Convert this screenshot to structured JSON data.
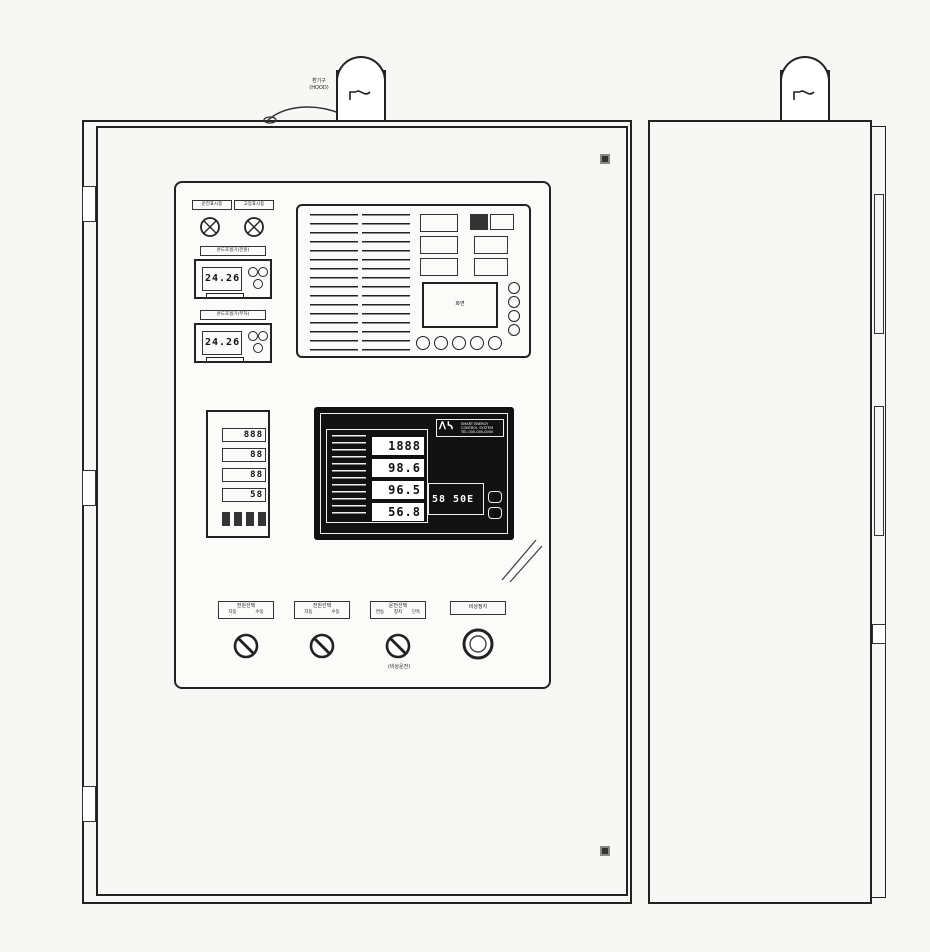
{
  "main_cabinet": {
    "lamp_labels": [
      "운전표시등",
      "고장표시등"
    ],
    "controller_labels": [
      "온도조절기(전원)",
      "온도조절기(부하)"
    ],
    "controller_readouts": [
      "24.26",
      "24.26"
    ],
    "center_screen_label": "화면",
    "plc_unit": {
      "logo": "ᐱᓴ",
      "header_lines": [
        "SMART ENERGY",
        "CONTROL SYSTEM",
        "TEL 000-000-0000"
      ],
      "readouts": [
        "1888",
        "98.6",
        "96.5",
        "56.8"
      ],
      "clock": "58 50E"
    },
    "meter_readouts": [
      "888",
      "88",
      "88",
      "58"
    ],
    "selector_labels": [
      "전원선택",
      "전원선택",
      "운전선택",
      "비상정지"
    ],
    "selector_sub": [
      [
        "자동",
        "수동"
      ],
      [
        "자동",
        "수동"
      ],
      [
        "연동",
        "정지",
        "단독"
      ],
      [
        ""
      ]
    ],
    "dial_caption": "(비상운전)"
  },
  "vent_tag": [
    "환기구",
    "(HOOD)"
  ]
}
